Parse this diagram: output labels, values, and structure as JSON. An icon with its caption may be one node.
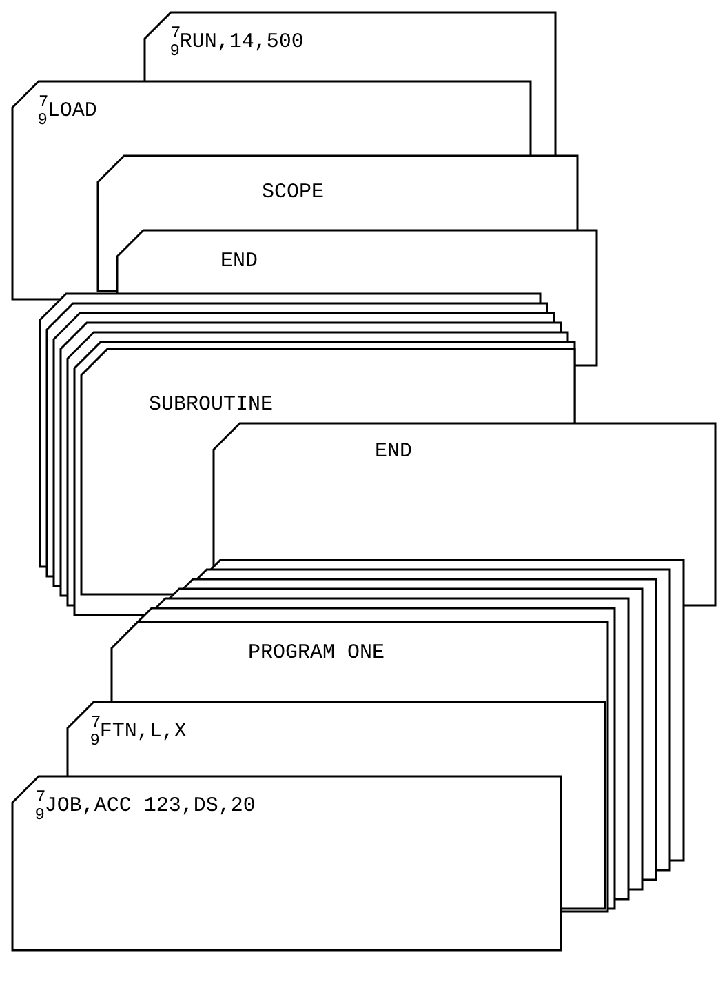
{
  "diagram": {
    "nodes": [
      {
        "text": [
          "$^{7}$$_{9}$RUN,14,500"
        ]
      },
      {
        "text": [
          "$^{7}$$_{9}$LOAD"
        ]
      },
      {
        "text": [
          "SCOPE"
        ]
      },
      {
        "text": [
          "END"
        ]
      },
      {
        "text": [],
        "shape": "card"
      },
      {
        "text": [],
        "shape": "card"
      },
      {
        "text": [],
        "shape": "card"
      },
      {
        "text": [],
        "shape": "card"
      },
      {
        "text": [],
        "shape": "card"
      },
      {
        "text": [],
        "shape": "card"
      },
      {
        "text": [
          "SUBROUTINE"
        ]
      },
      {
        "text": [
          "END"
        ]
      },
      {
        "text": [],
        "shape": "card"
      },
      {
        "text": [],
        "shape": "card"
      },
      {
        "text": [],
        "shape": "card"
      },
      {
        "text": [],
        "shape": "card"
      },
      {
        "text": [],
        "shape": "card"
      },
      {
        "text": [],
        "shape": "card"
      },
      {
        "text": [
          "PROGRAM ONE"
        ]
      },
      {
        "text": [
          "$^{7}$$_{9}$FTN,L,X"
        ]
      },
      {
        "text": [
          "$^{7}$$_{9}$JOB,ACC 123,DS,20"
        ]
      }
    ]
  }
}
